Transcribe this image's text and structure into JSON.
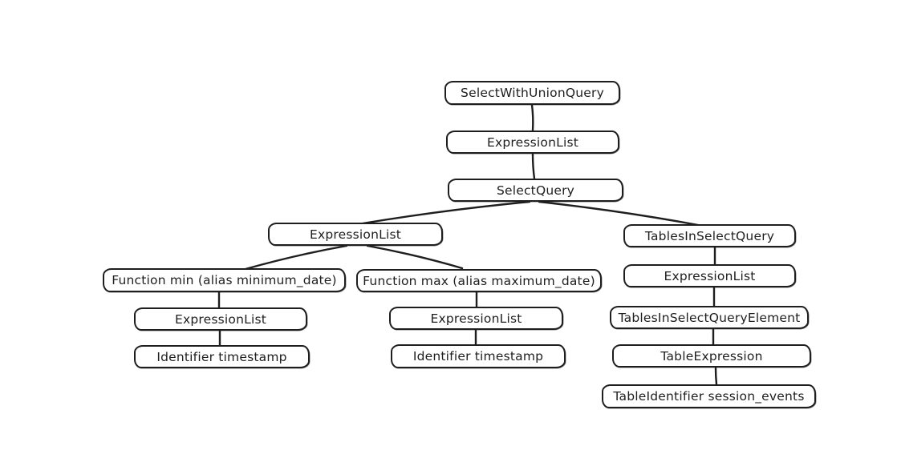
{
  "diagram": {
    "title": "SQL AST tree",
    "background_color": "#ffffff",
    "stroke_color": "#1e1e1e",
    "node_fill_color": "#ffffff",
    "nodes": [
      {
        "id": "select-with-union-query",
        "label": "SelectWithUnionQuery"
      },
      {
        "id": "expression-list-root",
        "label": "ExpressionList"
      },
      {
        "id": "select-query",
        "label": "SelectQuery"
      },
      {
        "id": "expression-list-select",
        "label": "ExpressionList"
      },
      {
        "id": "function-min",
        "label": "Function min (alias minimum_date)"
      },
      {
        "id": "expression-list-min",
        "label": "ExpressionList"
      },
      {
        "id": "identifier-timestamp-min",
        "label": "Identifier timestamp"
      },
      {
        "id": "function-max",
        "label": "Function max (alias maximum_date)"
      },
      {
        "id": "expression-list-max",
        "label": "ExpressionList"
      },
      {
        "id": "identifier-timestamp-max",
        "label": "Identifier timestamp"
      },
      {
        "id": "tables-in-select-query",
        "label": "TablesInSelectQuery"
      },
      {
        "id": "expression-list-tables",
        "label": "ExpressionList"
      },
      {
        "id": "tables-in-select-query-element",
        "label": "TablesInSelectQueryElement"
      },
      {
        "id": "table-expression",
        "label": "TableExpression"
      },
      {
        "id": "table-identifier-session-events",
        "label": "TableIdentifier session_events"
      }
    ],
    "edges": [
      {
        "from": "select-with-union-query",
        "to": "expression-list-root"
      },
      {
        "from": "expression-list-root",
        "to": "select-query"
      },
      {
        "from": "select-query",
        "to": "expression-list-select"
      },
      {
        "from": "select-query",
        "to": "tables-in-select-query"
      },
      {
        "from": "expression-list-select",
        "to": "function-min"
      },
      {
        "from": "expression-list-select",
        "to": "function-max"
      },
      {
        "from": "function-min",
        "to": "expression-list-min"
      },
      {
        "from": "expression-list-min",
        "to": "identifier-timestamp-min"
      },
      {
        "from": "function-max",
        "to": "expression-list-max"
      },
      {
        "from": "expression-list-max",
        "to": "identifier-timestamp-max"
      },
      {
        "from": "tables-in-select-query",
        "to": "expression-list-tables"
      },
      {
        "from": "expression-list-tables",
        "to": "tables-in-select-query-element"
      },
      {
        "from": "tables-in-select-query-element",
        "to": "table-expression"
      },
      {
        "from": "table-expression",
        "to": "table-identifier-session-events"
      }
    ]
  }
}
